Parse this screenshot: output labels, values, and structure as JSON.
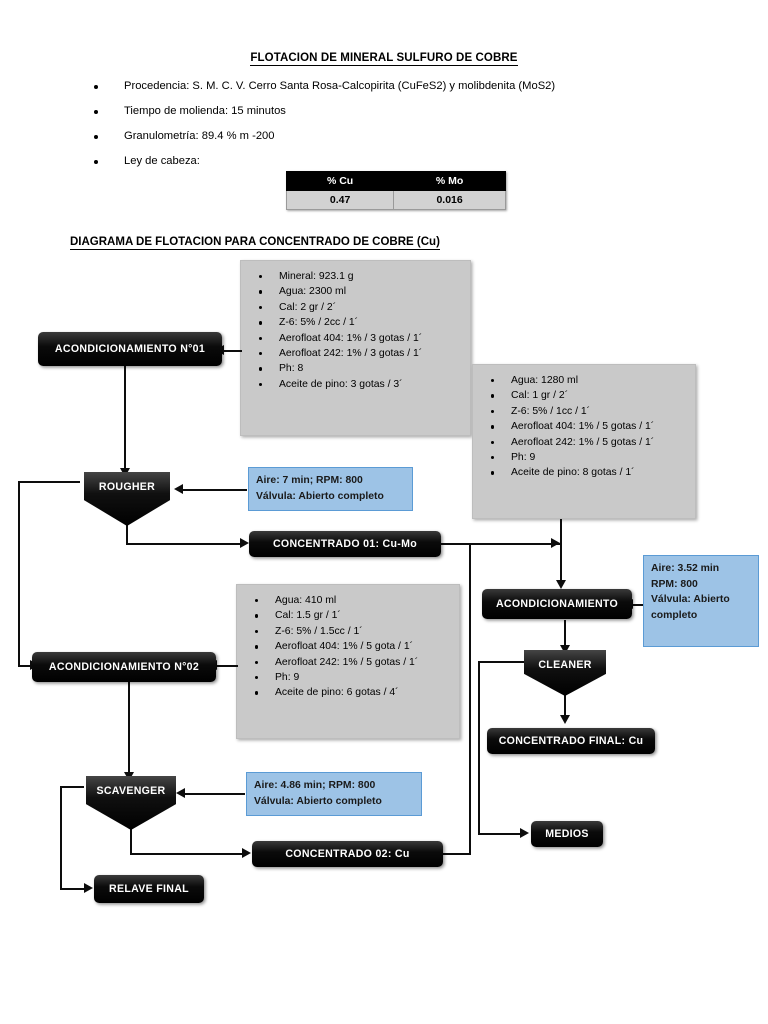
{
  "document": {
    "title": "FLOTACION DE MINERAL SULFURO DE COBRE",
    "bullets": [
      "Procedencia: S. M. C. V. Cerro Santa Rosa-Calcopirita (CuFeS2) y molibdenita (MoS2)",
      "Tiempo de molienda: 15 minutos",
      "Granulometría: 89.4 % m -200",
      "Ley de cabeza:"
    ],
    "diagram_title": "DIAGRAMA DE FLOTACION PARA CONCENTRADO DE COBRE (Cu)"
  },
  "ley_table": {
    "headers": [
      "% Cu",
      "% Mo"
    ],
    "values": [
      "0.47",
      "0.016"
    ]
  },
  "reagent_boxes": [
    {
      "id": "acond-01-reagents",
      "items": [
        "Mineral: 923.1 g",
        "Agua: 2300 ml",
        "Cal: 2 gr / 2´",
        "Z-6: 5% / 2cc / 1´",
        "Aerofloat 404: 1% / 3 gotas / 1´",
        "Aerofloat 242: 1% / 3 gotas / 1´",
        "Ph: 8",
        "Aceite de pino: 3 gotas / 3´"
      ]
    },
    {
      "id": "acond-cleaner-reagents",
      "items": [
        "Agua: 1280 ml",
        "Cal: 1 gr / 2´",
        "Z-6: 5% / 1cc / 1´",
        "Aerofloat 404: 1% / 5 gotas / 1´",
        "Aerofloat 242: 1% / 5 gotas / 1´",
        "Ph: 9",
        "Aceite de pino: 8 gotas / 1´"
      ]
    },
    {
      "id": "acond-02-reagents",
      "items": [
        "Agua: 410 ml",
        "Cal: 1.5 gr / 1´",
        "Z-6: 5% / 1.5cc / 1´",
        "Aerofloat 404: 1% / 5 gota / 1´",
        "Aerofloat 242: 1% / 5 gotas / 1´",
        "Ph: 9",
        "Aceite de pino: 6 gotas / 4´"
      ]
    }
  ],
  "condition_boxes": [
    {
      "id": "rougher-conditions",
      "line1": "Aire: 7 min; RPM: 800",
      "line2": "Válvula: Abierto completo",
      "line3": "",
      "line4": ""
    },
    {
      "id": "cleaner-conditions",
      "line1": "Aire: 3.52 min",
      "line2": "RPM: 800",
      "line3": "Válvula: Abierto",
      "line4": "completo"
    },
    {
      "id": "scavenger-conditions",
      "line1": "Aire: 4.86 min; RPM: 800",
      "line2": "Válvula: Abierto completo",
      "line3": "",
      "line4": ""
    }
  ],
  "nodes": {
    "acondicionamiento_01": "ACONDICIONAMIENTO N°01",
    "rougher": "ROUGHER",
    "concentrado_01": "CONCENTRADO 01: Cu-Mo",
    "acondicionamiento": "ACONDICIONAMIENTO",
    "cleaner": "CLEANER",
    "concentrado_final": "CONCENTRADO FINAL: Cu",
    "medios": "MEDIOS",
    "acondicionamiento_02": "ACONDICIONAMIENTO N°02",
    "scavenger": "SCAVENGER",
    "concentrado_02": "CONCENTRADO 02: Cu",
    "relave_final": "RELAVE FINAL"
  },
  "colors": {
    "node_fill": "#000000",
    "reagent_fill": "#c9c9c9",
    "condition_fill": "#9dc3e6",
    "condition_border": "#5b9bd5",
    "table_header": "#000000",
    "table_row": "#d2d2d2"
  }
}
